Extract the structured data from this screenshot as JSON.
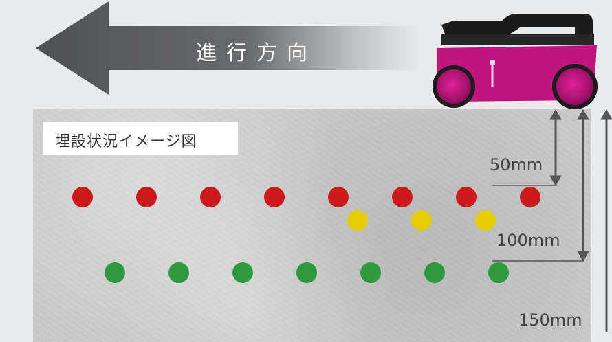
{
  "arrow": {
    "label": "進行方向"
  },
  "legend": {
    "label": "埋設状況イメージ図"
  },
  "depths": [
    {
      "label": "50mm"
    },
    {
      "label": "100mm"
    },
    {
      "label": "150mm"
    }
  ],
  "colors": {
    "background": "#e9eaec",
    "concrete": "#c9c9c9",
    "arrow": "#58595b",
    "scanner_body": "#c0157f",
    "scanner_handle": "#1c1c1c",
    "red_rebar": "#cc1a1a",
    "yellow_rebar": "#e6cc00",
    "green_rebar": "#2e9a3d",
    "dimension_line": "#555555"
  },
  "rebar_rows": [
    {
      "color": "red",
      "count": 8
    },
    {
      "color": "yellow",
      "count": 3
    },
    {
      "color": "green",
      "count": 7
    }
  ]
}
